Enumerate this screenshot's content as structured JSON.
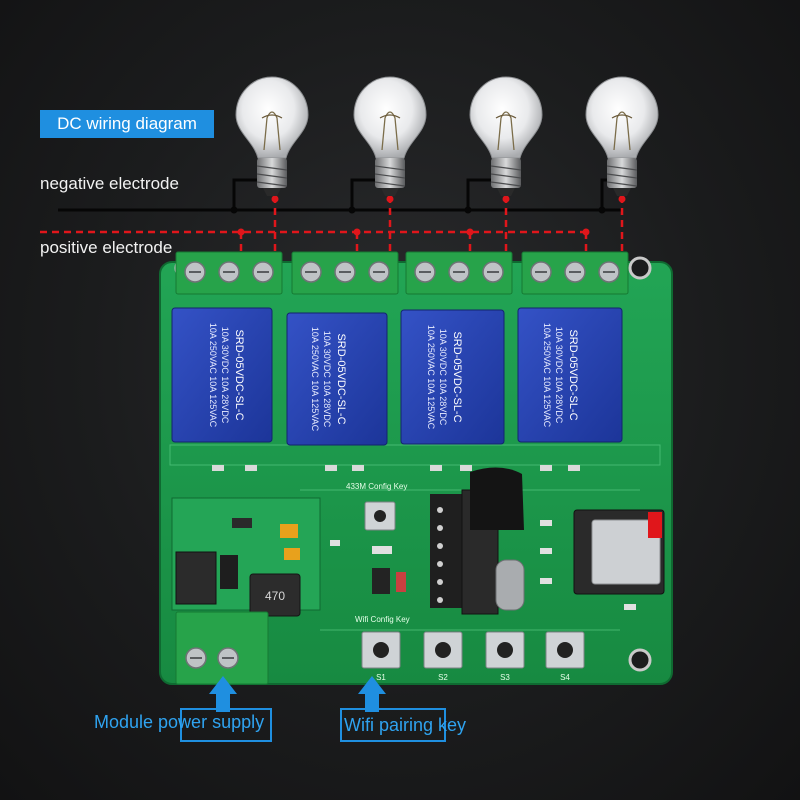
{
  "title": "DC wiring diagram",
  "labels": {
    "negative": "negative electrode",
    "positive": "positive electrode"
  },
  "board": {
    "relay_text_1": "10A 250VAC 10A 125VAC",
    "relay_text_2": "10A 30VDC 10A 28VDC",
    "relay_model": "SRD-05VDC-SL-C",
    "config_433": "433M Config Key",
    "wifi_config": "Wifi Config Key",
    "inductor": "470",
    "switches": [
      "S1",
      "S2",
      "S3",
      "S4"
    ]
  },
  "captions": {
    "power": "Module power supply",
    "wifi": "Wifi pairing key"
  },
  "colors": {
    "accent": "#1f8fe0",
    "caption": "#2fa3f0",
    "pcb": "#1d9a4c",
    "relay": "#2340b0",
    "terminal": "#27a34a",
    "positive_wire": "#e0161b",
    "negative_wire": "#0a0a0a"
  }
}
